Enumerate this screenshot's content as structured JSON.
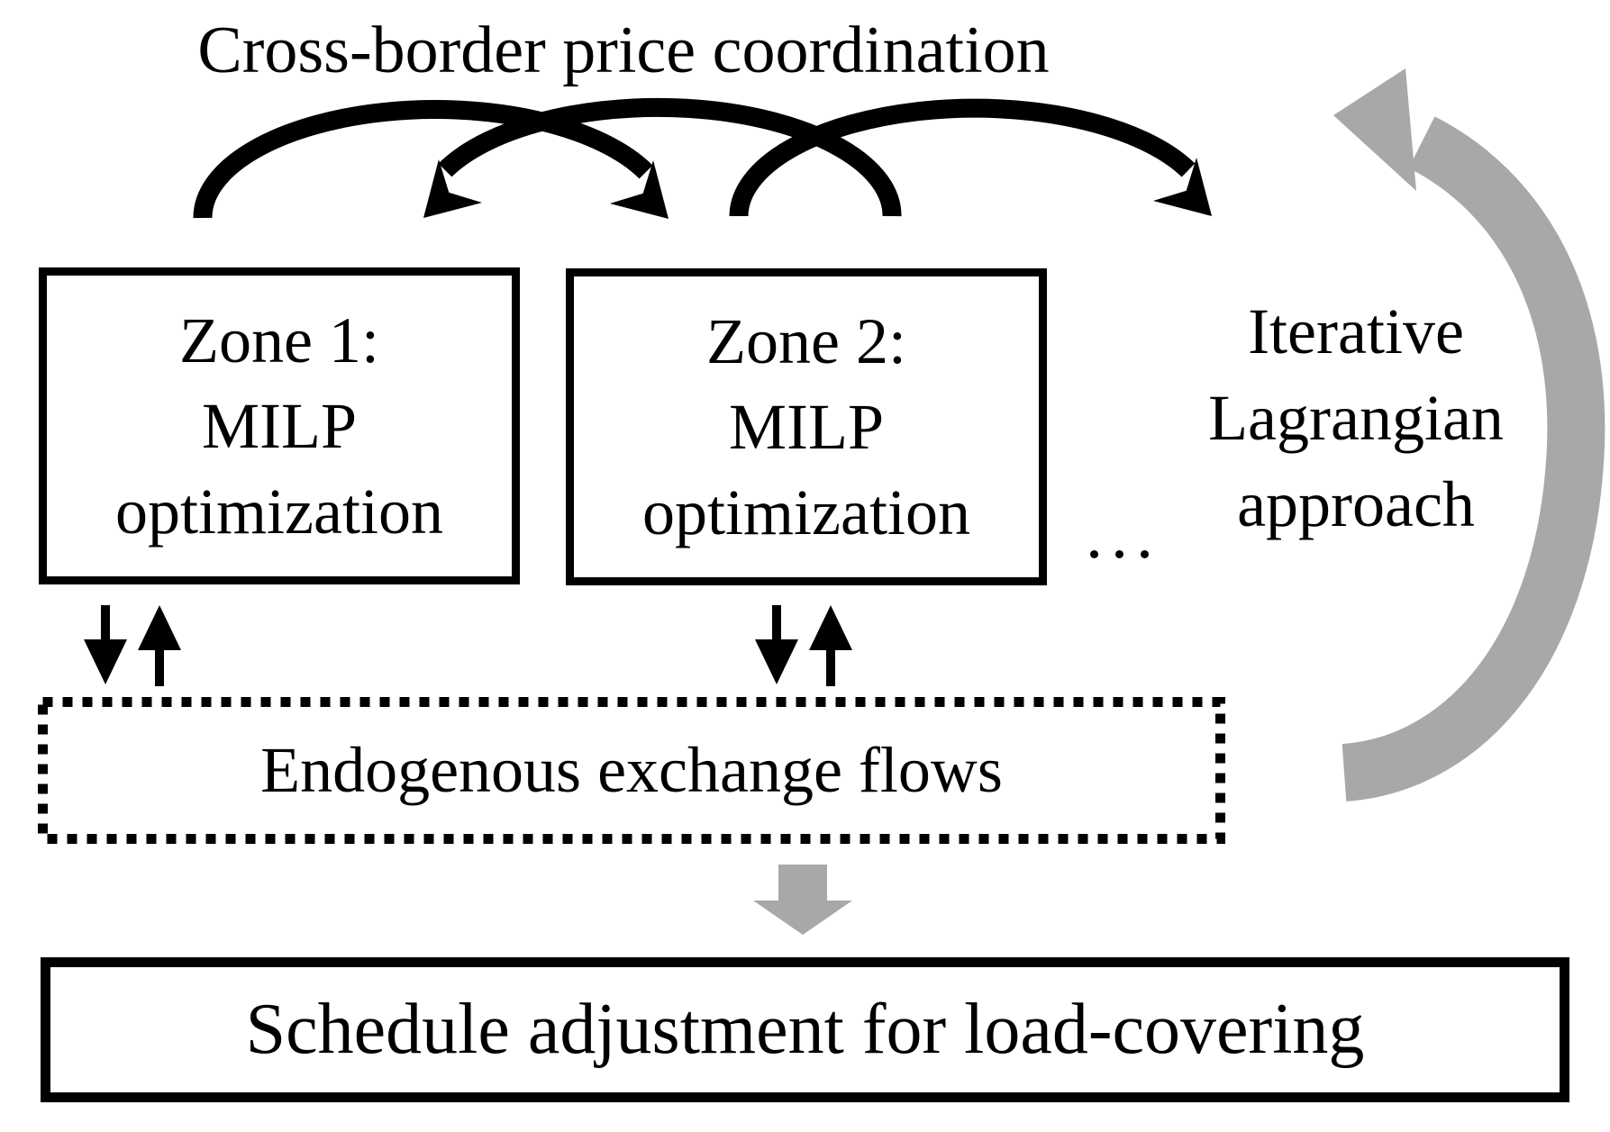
{
  "title": "Cross-border price coordination",
  "zones": [
    {
      "lines": [
        "Zone 1:",
        "MILP",
        "optimization"
      ]
    },
    {
      "lines": [
        "Zone 2:",
        "MILP",
        "optimization"
      ]
    }
  ],
  "ellipsis": "...",
  "right_label": {
    "lines": [
      "Iterative",
      "Lagrangian",
      "approach"
    ]
  },
  "exchange_flows_label": "Endogenous exchange flows",
  "schedule_label": "Schedule adjustment for load-covering",
  "colors": {
    "black": "#000000",
    "gray": "#a8a8a8",
    "background": "#ffffff"
  },
  "icons": {
    "coordination_arrows": "curved-arc-arrows",
    "iteration_arrow": "gray-loop-arrow",
    "exchange_arrows": "up-down-arrows",
    "schedule_arrow": "gray-down-arrow"
  }
}
